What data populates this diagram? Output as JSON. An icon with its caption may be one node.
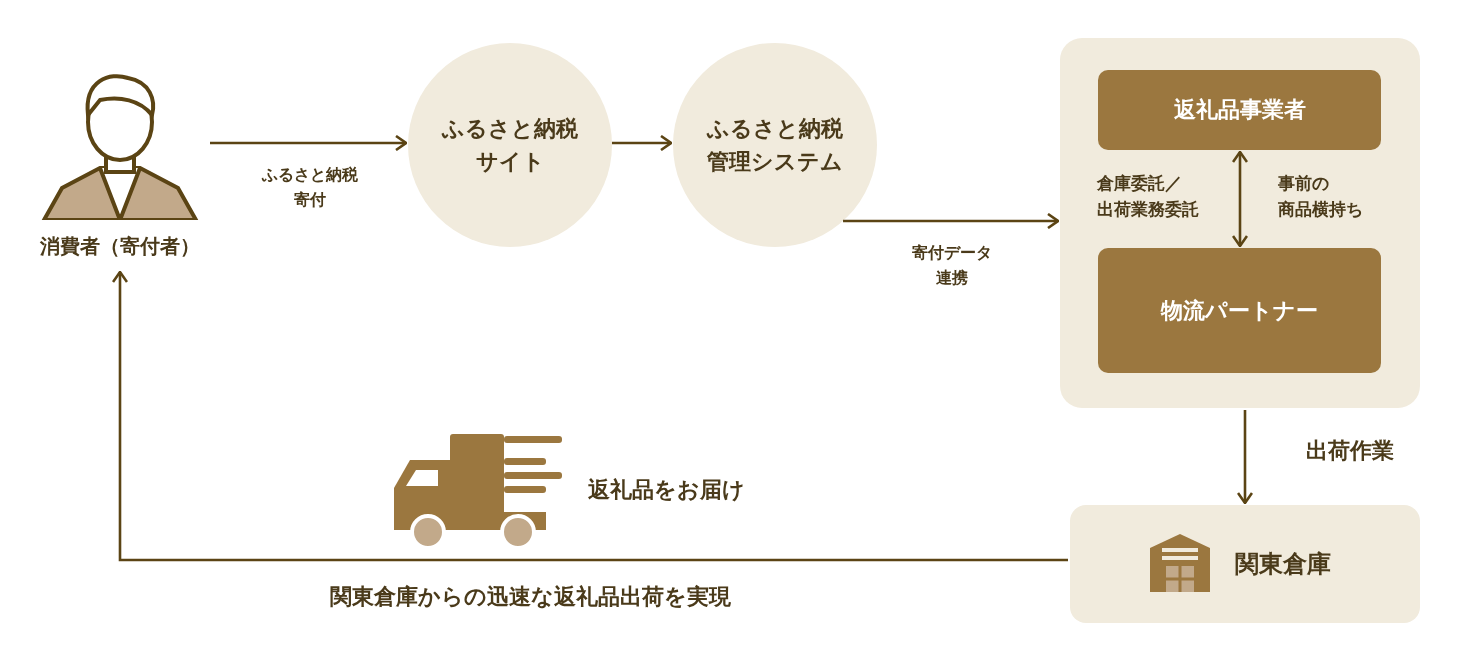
{
  "diagram": {
    "nodes": [
      {
        "text": [
          "消費者（寄付者）"
        ]
      },
      {
        "text": [
          "ふるさと納税サイト"
        ]
      },
      {
        "text": [
          "ふるさと納税管理システム"
        ]
      },
      {
        "text": [],
        "shape": "box"
      },
      {
        "text": [
          "返礼品事業者"
        ],
        "in": 3
      },
      {
        "text": [
          "物流パートナー"
        ],
        "in": 3
      },
      {
        "text": [
          "関東倉庫"
        ]
      }
    ],
    "edges": [
      {
        "from": 0,
        "to": 1,
        "arrow": "to",
        "label": "ふるさと納税寄付"
      },
      {
        "from": 1,
        "to": 2,
        "arrow": "to"
      },
      {
        "from": 2,
        "to": 3,
        "arrow": "to",
        "label": "寄付データ連携"
      },
      {
        "from": 4,
        "to": 5,
        "arrow": "both"
      },
      {
        "from": 3,
        "to": 6,
        "arrow": "to",
        "label": "出荷作業"
      },
      {
        "from": 6,
        "to": 0,
        "arrow": "to",
        "label": "関東倉庫からの迅速な返礼品出荷を実現"
      }
    ],
    "labels": [
      "返礼品をお届け",
      "倉庫委託／出荷業務委託",
      "事前の商品横持ち"
    ]
  }
}
